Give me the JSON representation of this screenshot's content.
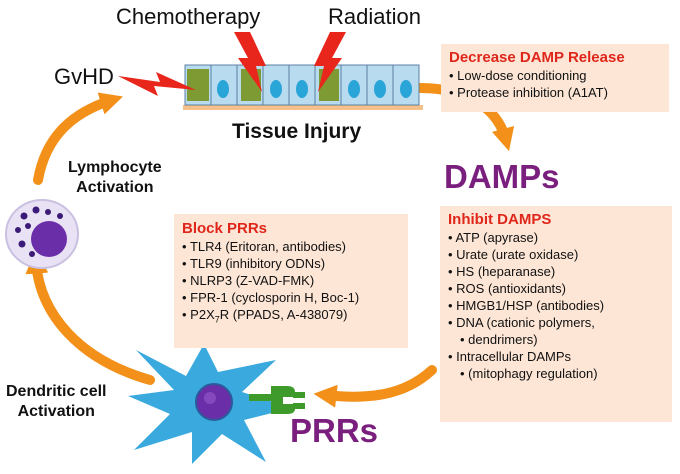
{
  "labels": {
    "chemotherapy": "Chemotherapy",
    "radiation": "Radiation",
    "gvhd": "GvHD",
    "tissue_injury": "Tissue Injury",
    "damps": "DAMPs",
    "prrs": "PRRs",
    "lymphocyte_activation": [
      "Lymphocyte",
      "Activation"
    ],
    "dendritic_activation": [
      "Dendritic cell",
      "Activation"
    ]
  },
  "decrease_box": {
    "title": "Decrease DAMP Release",
    "items": [
      "Low-dose conditioning",
      "Protease inhibition (A1AT)"
    ]
  },
  "block_box": {
    "title": "Block PRRs",
    "items": [
      "TLR4 (Eritoran, antibodies)",
      "TLR9 (inhibitory ODNs)",
      "NLRP3 (Z-VAD-FMK)",
      "FPR-1 (cyclosporin H, Boc-1)"
    ],
    "p2x7_main": "P2X",
    "p2x7_sub1": "7",
    "p2x7_mid": "R",
    "p2x7_rest": " (PPADS, A-438079)"
  },
  "inhibit_box": {
    "title": "Inhibit DAMPS",
    "items": [
      "ATP (apyrase)",
      "Urate (urate oxidase)",
      "HS  (heparanase)",
      "ROS (antioxidants)",
      "HMGB1/HSP (antibodies)",
      "DNA (cationic polymers,",
      "dendrimers)",
      "Intracellular DAMPs",
      "(mitophagy regulation)"
    ]
  },
  "colors": {
    "arrow": "#f39019",
    "box_bg": "#fde6d6",
    "box_title": "#e0261b",
    "purple": "#7a1f7e",
    "bolt": "#e8261b",
    "cell_green": "#7e9a32",
    "nucleus": "#29a5d8",
    "dendritic_cell": "#3aa9de",
    "receptor": "#3e9b2b"
  }
}
